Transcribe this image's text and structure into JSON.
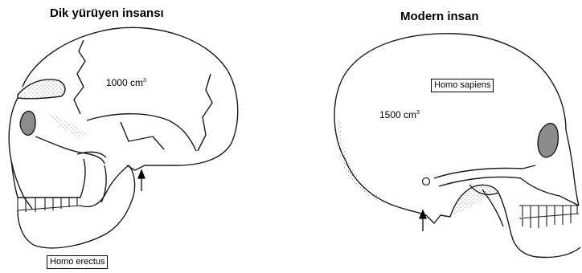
{
  "left_skull": {
    "title": "Dik yürüyen insansı",
    "volume_value": "1000 cm",
    "volume_exponent": "3",
    "species": "Homo erectus"
  },
  "right_skull": {
    "title": "Modern insan",
    "volume_value": "1500 cm",
    "volume_exponent": "3",
    "species": "Homo sapiens"
  },
  "colors": {
    "line": "#1a1a1a",
    "shading": "#8c8c8c",
    "background": "#ffffff"
  }
}
